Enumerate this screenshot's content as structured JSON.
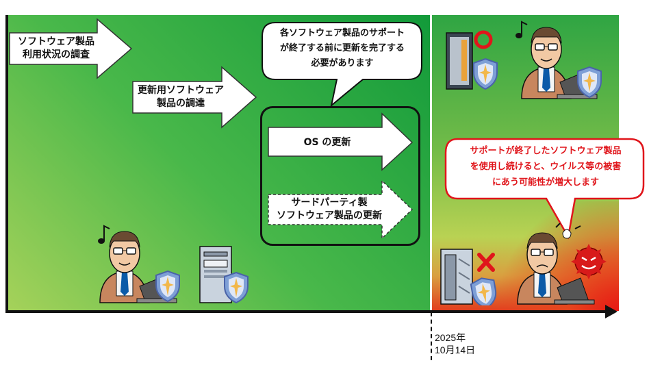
{
  "timeline": {
    "date_year": "2025年",
    "date_day": "10月14日"
  },
  "arrows": {
    "survey": [
      "ソフトウェア製品",
      "利用状況の調査"
    ],
    "procure": [
      "更新用ソフトウェア",
      "製品の調達"
    ],
    "os_update": "OS の更新",
    "third_party": [
      "サードパーティ製",
      "ソフトウェア製品の更新"
    ]
  },
  "callouts": {
    "top": [
      "各ソフトウェア製品のサポート",
      "が終了する前に更新を完了する",
      "必要があります"
    ],
    "warning": [
      "サポートが終了したソフトウェア製品",
      "を使用し続けると、ウイルス等の被害",
      "にあう可能性が増大します"
    ]
  },
  "colors": {
    "warning_border": "#e0151b",
    "warning_text": "#e0151b",
    "ok_circle": "#e0151b",
    "ng_cross": "#e0151b"
  },
  "icons": [
    "music-note-icon",
    "shield-icon",
    "server-icon",
    "virus-icon",
    "circle-ok-icon",
    "cross-ng-icon",
    "sweat-icon"
  ]
}
